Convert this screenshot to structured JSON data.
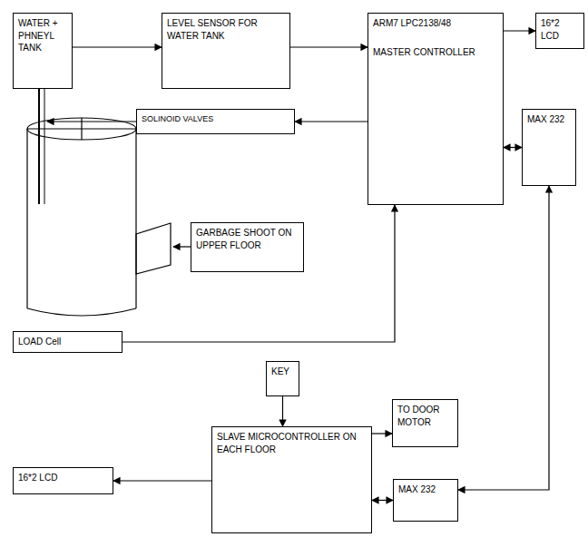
{
  "diagram": {
    "nodes": [
      {
        "text": [
          "WATER + PHNEYL TANK"
        ]
      },
      {
        "text": [
          "LEVEL SENSOR FOR WATER TANK"
        ]
      },
      {
        "text": [
          "ARM7 LPC2138/48",
          "MASTER CONTROLLER"
        ]
      },
      {
        "text": [
          "16*2 LCD"
        ]
      },
      {
        "text": [
          "SOLINOID VALVES"
        ]
      },
      {
        "text": [
          "MAX 232"
        ]
      },
      {
        "text": [
          "GARBAGE SHOOT ON UPPER FLOOR"
        ]
      },
      {
        "text": [
          "LOAD Cell"
        ]
      },
      {
        "text": [
          "KEY"
        ]
      },
      {
        "text": [
          "TO DOOR MOTOR"
        ]
      },
      {
        "text": [
          "16*2 LCD"
        ]
      },
      {
        "text": [
          "SLAVE MICROCONTROLLER ON EACH FLOOR"
        ]
      },
      {
        "text": [
          "MAX 232"
        ]
      }
    ],
    "edges": [
      {
        "from": 0,
        "to": 1,
        "arrow": "to"
      },
      {
        "from": 1,
        "to": 2,
        "arrow": "to"
      },
      {
        "from": 2,
        "to": 3,
        "arrow": "to"
      },
      {
        "from": 2,
        "to": 4,
        "arrow": "to"
      },
      {
        "from": 2,
        "to": 5,
        "arrow": "both"
      },
      {
        "from": 7,
        "to": 2,
        "arrow": "to"
      },
      {
        "from": 8,
        "to": 11,
        "arrow": "to"
      },
      {
        "from": 11,
        "to": 9,
        "arrow": "to"
      },
      {
        "from": 11,
        "to": 10,
        "arrow": "to"
      },
      {
        "from": 11,
        "to": 12,
        "arrow": "both"
      },
      {
        "from": 5,
        "to": 12,
        "arrow": "both"
      }
    ]
  }
}
